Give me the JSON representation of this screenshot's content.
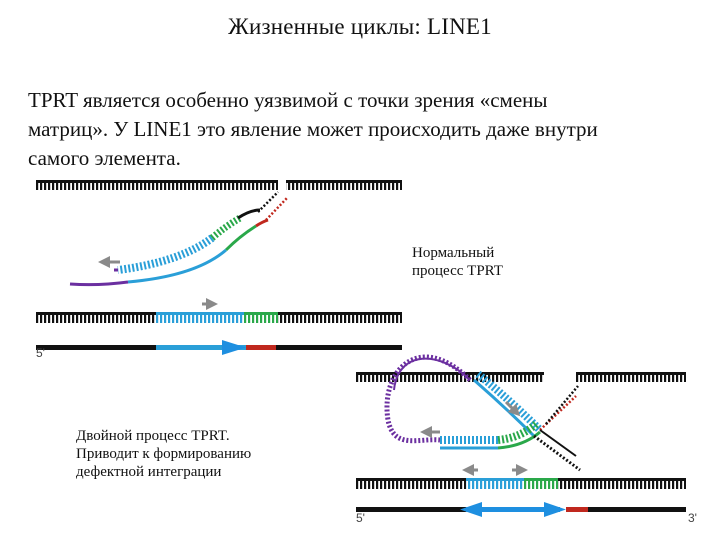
{
  "title": "Жизненные циклы: LINE1",
  "paragraph": {
    "line1": "TPRT является особенно уязвимой с точки зрения «смены",
    "line2": "матриц». У LINE1 это явление может происходить даже внутри",
    "line3": "самого элемента."
  },
  "labels": {
    "normal": {
      "line1": "Нормальный",
      "line2": "процесс TPRT"
    },
    "double": {
      "line1": "Двойной  процесс TPRT.",
      "line2": "Приводит к формированию",
      "line3": "дефектной интеграции"
    }
  },
  "ends": {
    "five_prime_top": "5'",
    "five_prime_bottom": "5'",
    "three_prime_bottom": "3'"
  },
  "colors": {
    "dna": "#111111",
    "line1_blue": "#2a9fd8",
    "utr_green": "#2aa84a",
    "target_red": "#c0281e",
    "rna_purple": "#6b2fa0",
    "arrow_gray": "#8a8a8a",
    "arrow_blue": "#1e8fe0"
  }
}
